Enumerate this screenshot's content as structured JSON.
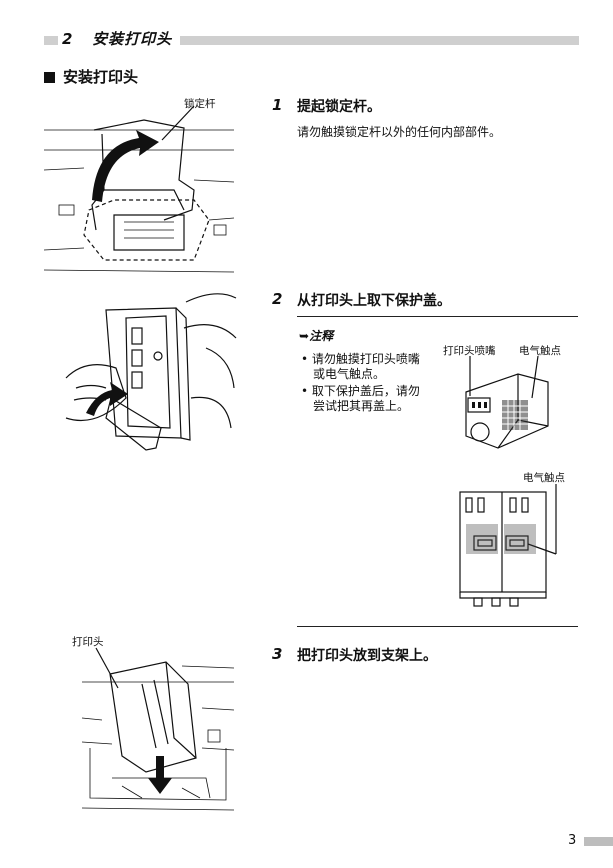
{
  "section": {
    "number": "2",
    "title": "安装打印头"
  },
  "subsection": {
    "title": "安装打印头"
  },
  "steps": [
    {
      "number": "1",
      "title": "提起锁定杆。",
      "body": "请勿触摸锁定杆以外的任何内部部件。"
    },
    {
      "number": "2",
      "title": "从打印头上取下保护盖。"
    },
    {
      "number": "3",
      "title": "把打印头放到支架上。"
    }
  ],
  "note": {
    "marker": "➥",
    "title": "注释",
    "bullets": [
      "请勿触摸打印头喷嘴或电气触点。",
      "取下保护盖后，请勿尝试把其再盖上。"
    ],
    "bullet1_lines": [
      "请勿触摸打印头喷嘴",
      "或电气触点。"
    ],
    "bullet2_lines": [
      "取下保护盖后，请勿",
      "尝试把其再盖上。"
    ]
  },
  "labels": {
    "lock_lever": "锁定杆",
    "nozzle": "打印头喷嘴",
    "contacts": "电气触点",
    "contacts2": "电气触点",
    "print_head": "打印头"
  },
  "page_number": "3"
}
